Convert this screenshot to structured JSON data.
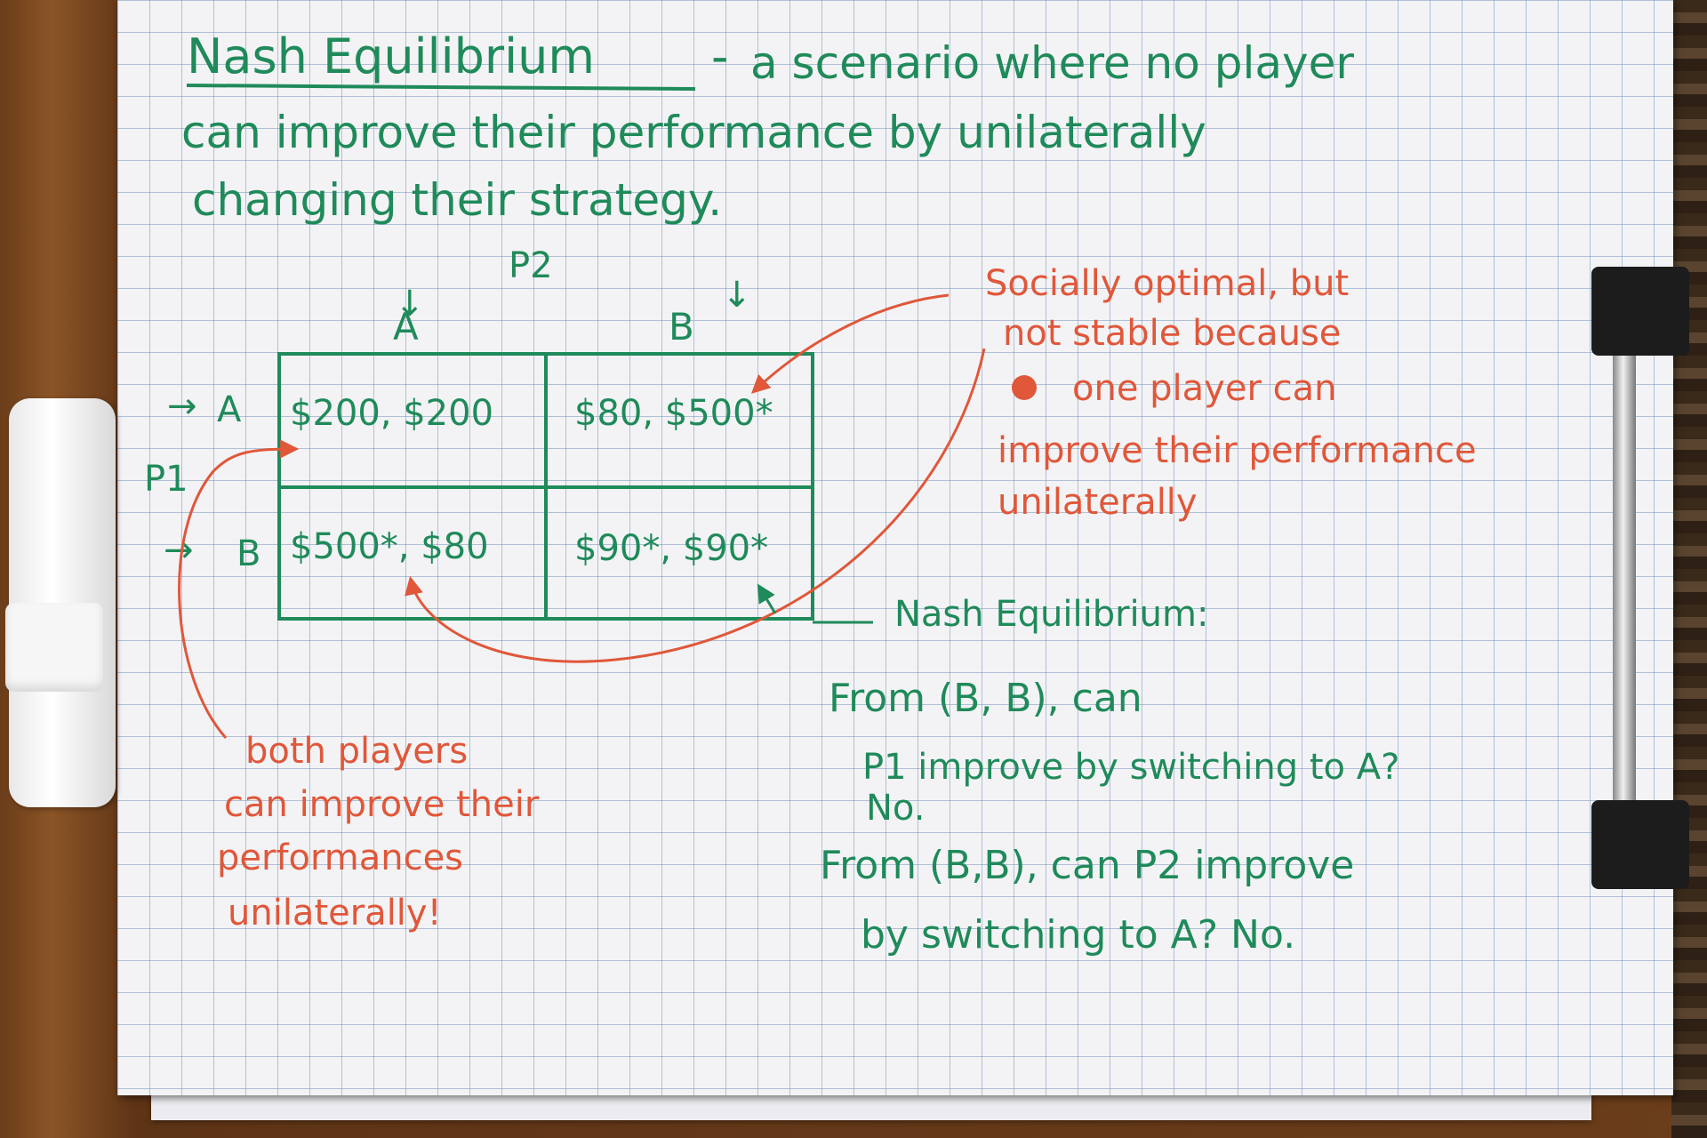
{
  "heading": {
    "term": "Nash Equilibrium",
    "dash": "-",
    "line1_rest": "a scenario where no player",
    "line2": "can improve their performance by unilaterally",
    "line3": "changing their strategy."
  },
  "matrix": {
    "player2_label": "P2",
    "player1_label": "P1",
    "columns": [
      "A",
      "B"
    ],
    "rows": [
      "A",
      "B"
    ],
    "cells": [
      [
        "$200, $200",
        "$80, $500*"
      ],
      [
        "$500*, $80",
        "$90*, $90*"
      ]
    ]
  },
  "notes": {
    "social": [
      "Socially optimal, but",
      "not stable because",
      "one player can",
      "improve their performance",
      "unilaterally"
    ],
    "both": [
      "both players",
      "can improve their",
      "performances",
      "unilaterally!"
    ],
    "nash": [
      "Nash Equilibrium:",
      "From (B, B), can",
      "P1 improve by switching to A?",
      "No.",
      "From (B,B), can P2 improve",
      "by switching to A? No."
    ]
  },
  "colors": {
    "green_ink": "#1f8a5a",
    "red_ink": "#e0573a",
    "paper": "#f3f3f5",
    "grid": "#7896be"
  }
}
